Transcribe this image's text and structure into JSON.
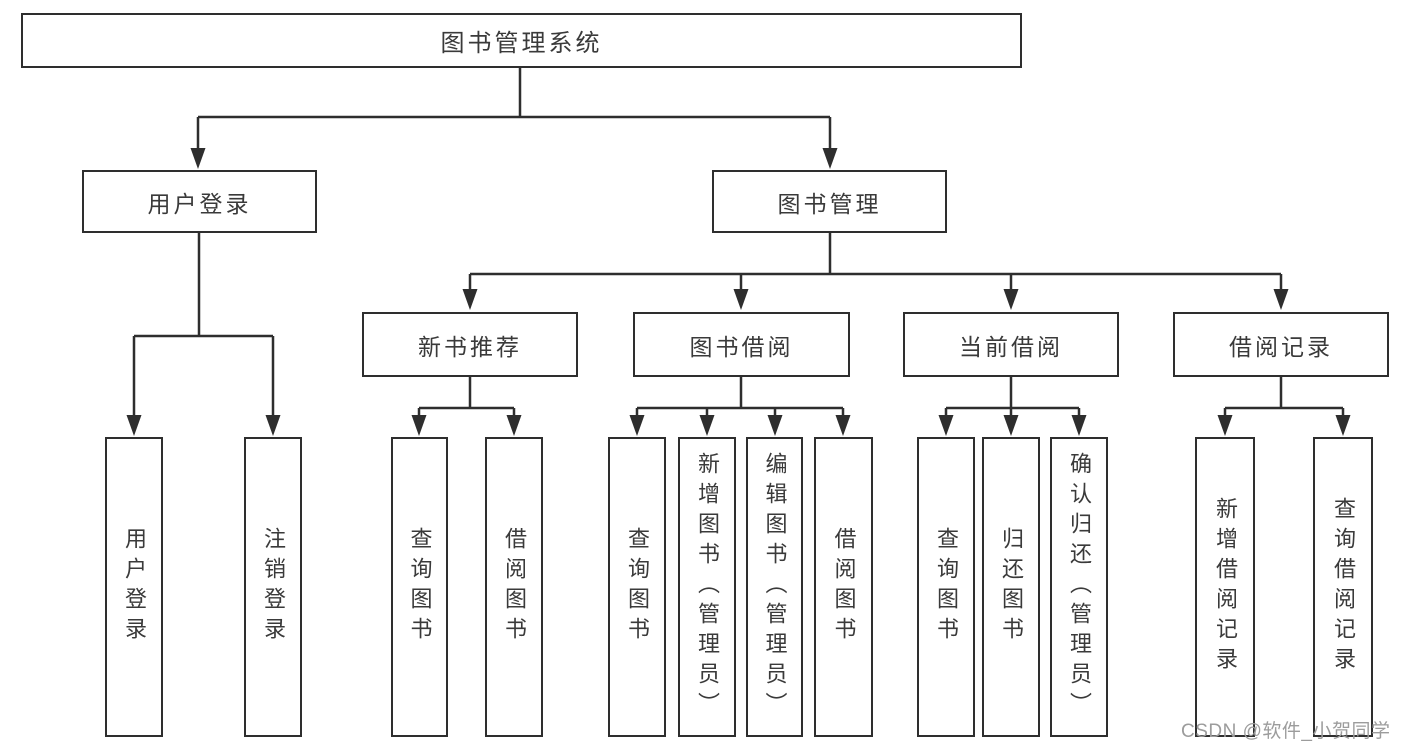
{
  "diagram_type": "hierarchy-tree",
  "tree": {
    "label": "图书管理系统",
    "children": [
      {
        "label": "用户登录",
        "children": [
          {
            "label": "用户登录"
          },
          {
            "label": "注销登录"
          }
        ]
      },
      {
        "label": "图书管理",
        "children": [
          {
            "label": "新书推荐",
            "children": [
              {
                "label": "查询图书"
              },
              {
                "label": "借阅图书"
              }
            ]
          },
          {
            "label": "图书借阅",
            "children": [
              {
                "label": "查询图书"
              },
              {
                "label": "新增图书（管理员）"
              },
              {
                "label": "编辑图书（管理员）"
              },
              {
                "label": "借阅图书"
              }
            ]
          },
          {
            "label": "当前借阅",
            "children": [
              {
                "label": "查询图书"
              },
              {
                "label": "归还图书"
              },
              {
                "label": "确认归还（管理员）"
              }
            ]
          },
          {
            "label": "借阅记录",
            "children": [
              {
                "label": "新增借阅记录"
              },
              {
                "label": "查询借阅记录"
              }
            ]
          }
        ]
      }
    ]
  },
  "watermark": {
    "text": "CSDN @软件_小贺同学"
  },
  "colors": {
    "line": "#2e2e2e",
    "text": "#3a3a3a",
    "box_background": "#ffffff",
    "page_background": "#ffffff",
    "watermark": "#9c9c9c"
  }
}
